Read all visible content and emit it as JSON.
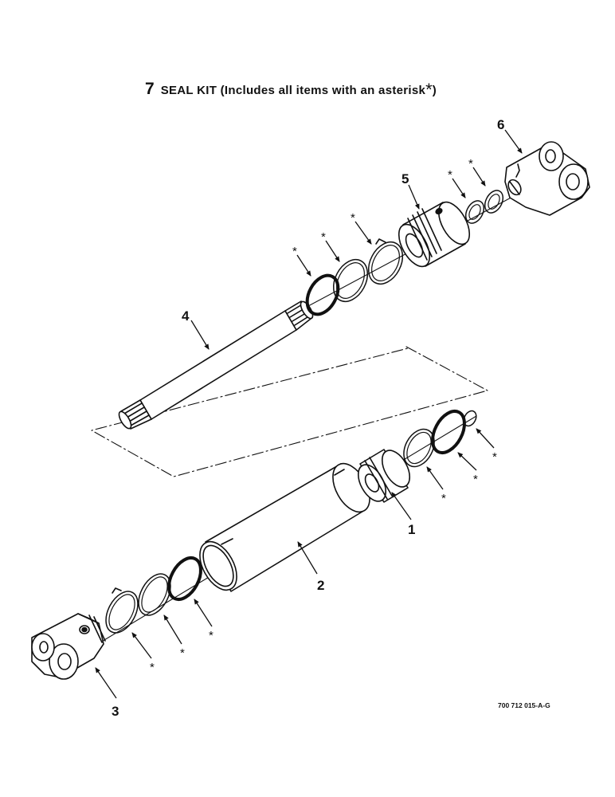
{
  "title": {
    "number": "7",
    "text": "SEAL KIT  (Includes all items with an asterisk",
    "asterisk": "*",
    "close": ")"
  },
  "drawing_code": "700 712 015-A-G",
  "callouts": {
    "p1": "1",
    "p2": "2",
    "p3": "3",
    "p4": "4",
    "p5": "5",
    "p6": "6"
  },
  "asterisk_mark": "*",
  "colors": {
    "ink": "#111111",
    "paper": "#ffffff"
  }
}
